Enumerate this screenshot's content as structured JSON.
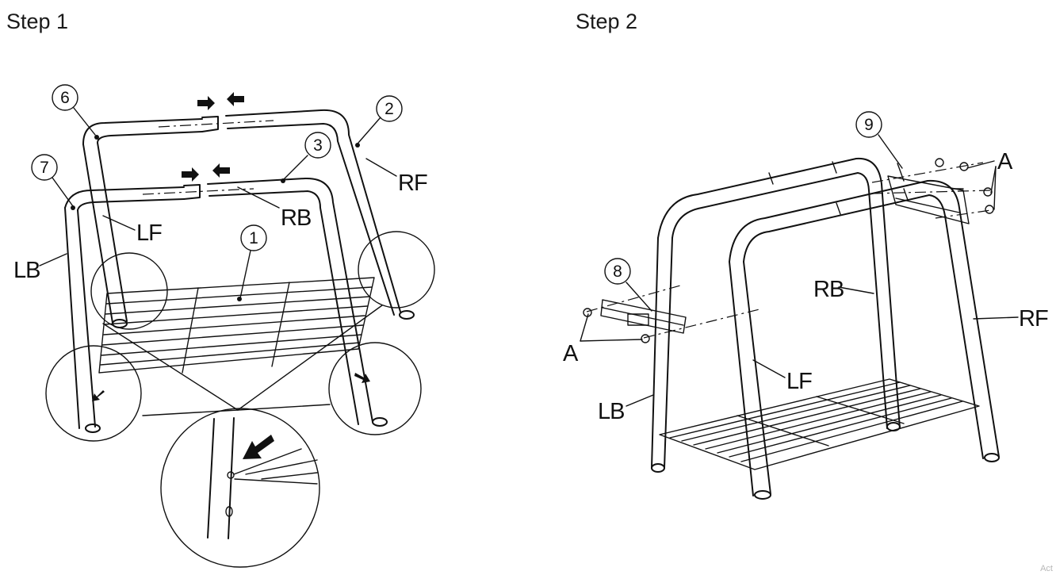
{
  "steps": [
    {
      "title": "Step 1"
    },
    {
      "title": "Step 2"
    }
  ],
  "step1": {
    "callouts": [
      "6",
      "2",
      "3",
      "7",
      "1"
    ],
    "labels": [
      "RF",
      "RB",
      "LF",
      "LB"
    ]
  },
  "step2": {
    "callouts": [
      "9",
      "8"
    ],
    "labels": [
      "A",
      "RB",
      "RF",
      "A",
      "LF",
      "LB"
    ]
  },
  "corner_text": "Act"
}
